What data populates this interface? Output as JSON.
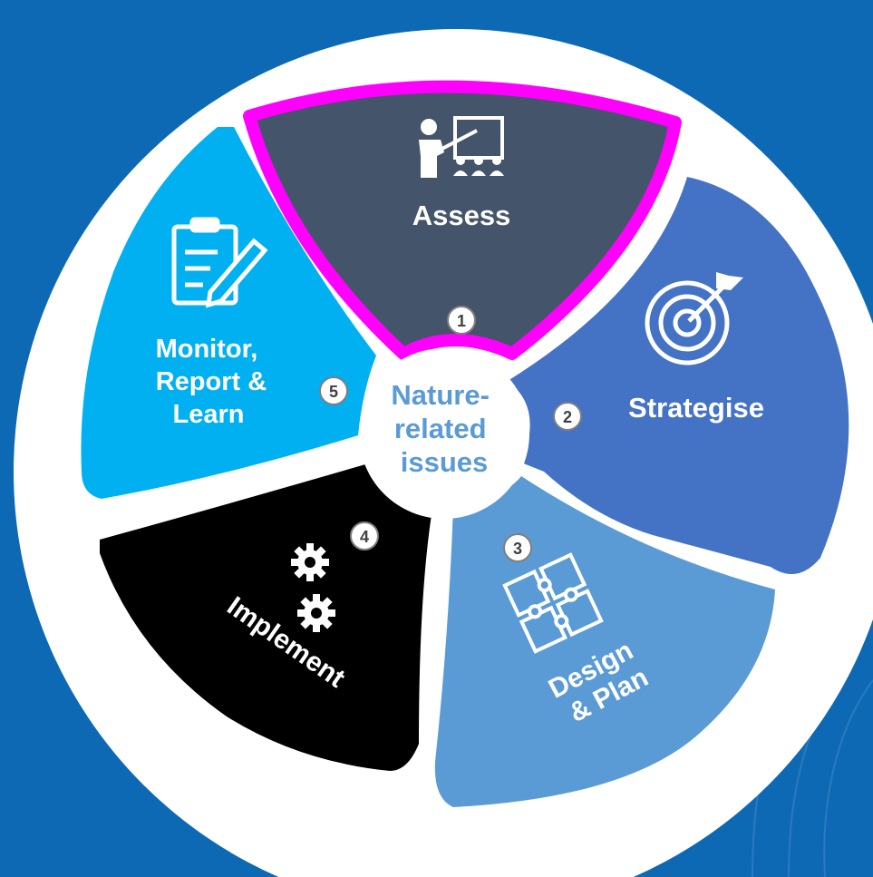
{
  "center": {
    "lines": [
      "Nature-",
      "related",
      "issues"
    ]
  },
  "segments": [
    {
      "id": "assess",
      "number": "1",
      "lines": [
        "Assess"
      ],
      "icon": "presentation-teacher-icon",
      "fill": "#44546a",
      "highlight": true
    },
    {
      "id": "strategise",
      "number": "2",
      "lines": [
        "Strategise"
      ],
      "icon": "target-dartboard-icon",
      "fill": "#4472c4",
      "highlight": false
    },
    {
      "id": "design-plan",
      "number": "3",
      "lines": [
        "Design",
        "& Plan"
      ],
      "icon": "puzzle-pieces-icon",
      "fill": "#5b9bd5",
      "highlight": false
    },
    {
      "id": "implement",
      "number": "4",
      "lines": [
        "Implement"
      ],
      "icon": "gears-icon",
      "fill": "#000000",
      "highlight": false
    },
    {
      "id": "monitor",
      "number": "5",
      "lines": [
        "Monitor,",
        "Report &",
        "Learn"
      ],
      "icon": "clipboard-pencil-icon",
      "fill": "#00b0f0",
      "highlight": false
    }
  ],
  "colors": {
    "background": "#0e69b4",
    "ring": "#ffffff",
    "highlight_outline": "#ff00ff",
    "center_text": "#5b9bd5",
    "number_badge": "#ffffff"
  }
}
